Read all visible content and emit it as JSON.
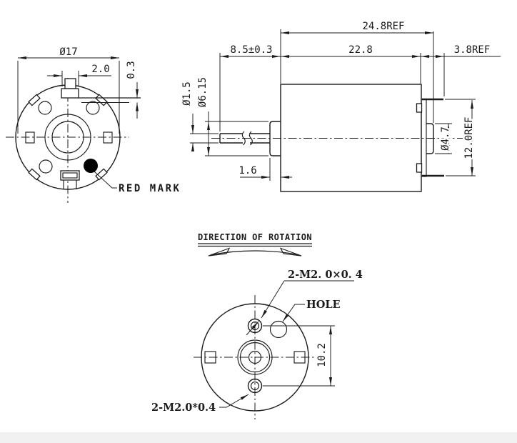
{
  "front_view": {
    "diameter": "Ø17",
    "terminal_width": "2.0",
    "terminal_thickness": "0.3",
    "red_mark": "RED MARK"
  },
  "side_view": {
    "total_length": "24.8REF",
    "body_length": "22.8",
    "shaft_length": "8.5±0.3",
    "rear_length": "3.8REF",
    "shaft_diameter": "Ø1.5",
    "bushing_diameter": "Ø6.15",
    "bushing_length": "1.6",
    "rear_boss_diameter": "Ø4.7",
    "terminal_span": "12.0REF"
  },
  "rear_view": {
    "rotation_title": "DIRECTION OF ROTATION",
    "screw_spec_top": "2-M2. 0×0. 4",
    "hole_label": "HOLE",
    "screw_spacing": "10.2",
    "screw_spec_bottom": "2-M2.0*0.4"
  },
  "colors": {
    "line": "#1b1b1b",
    "background": "#ffffff",
    "red_mark_dot": "#000000",
    "footer_strip": "#f0f0f0"
  }
}
